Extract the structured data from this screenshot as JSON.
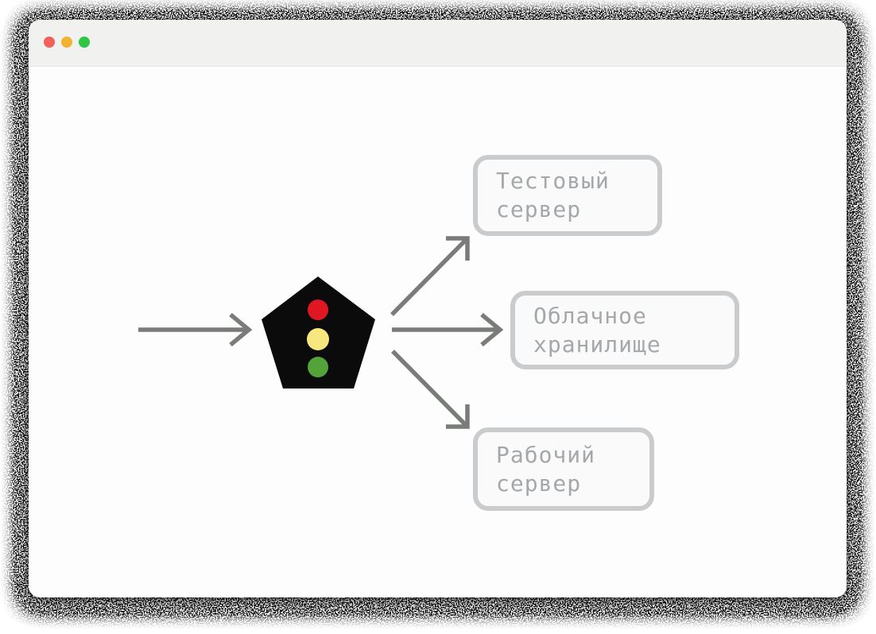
{
  "window": {
    "titlebar": {
      "controls": [
        {
          "name": "close",
          "color": "#f2605a"
        },
        {
          "name": "minimize",
          "color": "#f0b331"
        },
        {
          "name": "maximize",
          "color": "#2ec643"
        }
      ]
    }
  },
  "diagram": {
    "arrow_color": "#7a7c7a",
    "traffic_light": {
      "body": "#0b0b0b",
      "red": "#e01723",
      "yellow": "#f6e87f",
      "green": "#52a43a"
    },
    "nodes": [
      {
        "id": "test-server",
        "line1": "Тестовый",
        "line2": "сервер"
      },
      {
        "id": "cloud-storage",
        "line1": "Облачное",
        "line2": "хранилище"
      },
      {
        "id": "prod-server",
        "line1": "Рабочий",
        "line2": "сервер"
      }
    ]
  }
}
